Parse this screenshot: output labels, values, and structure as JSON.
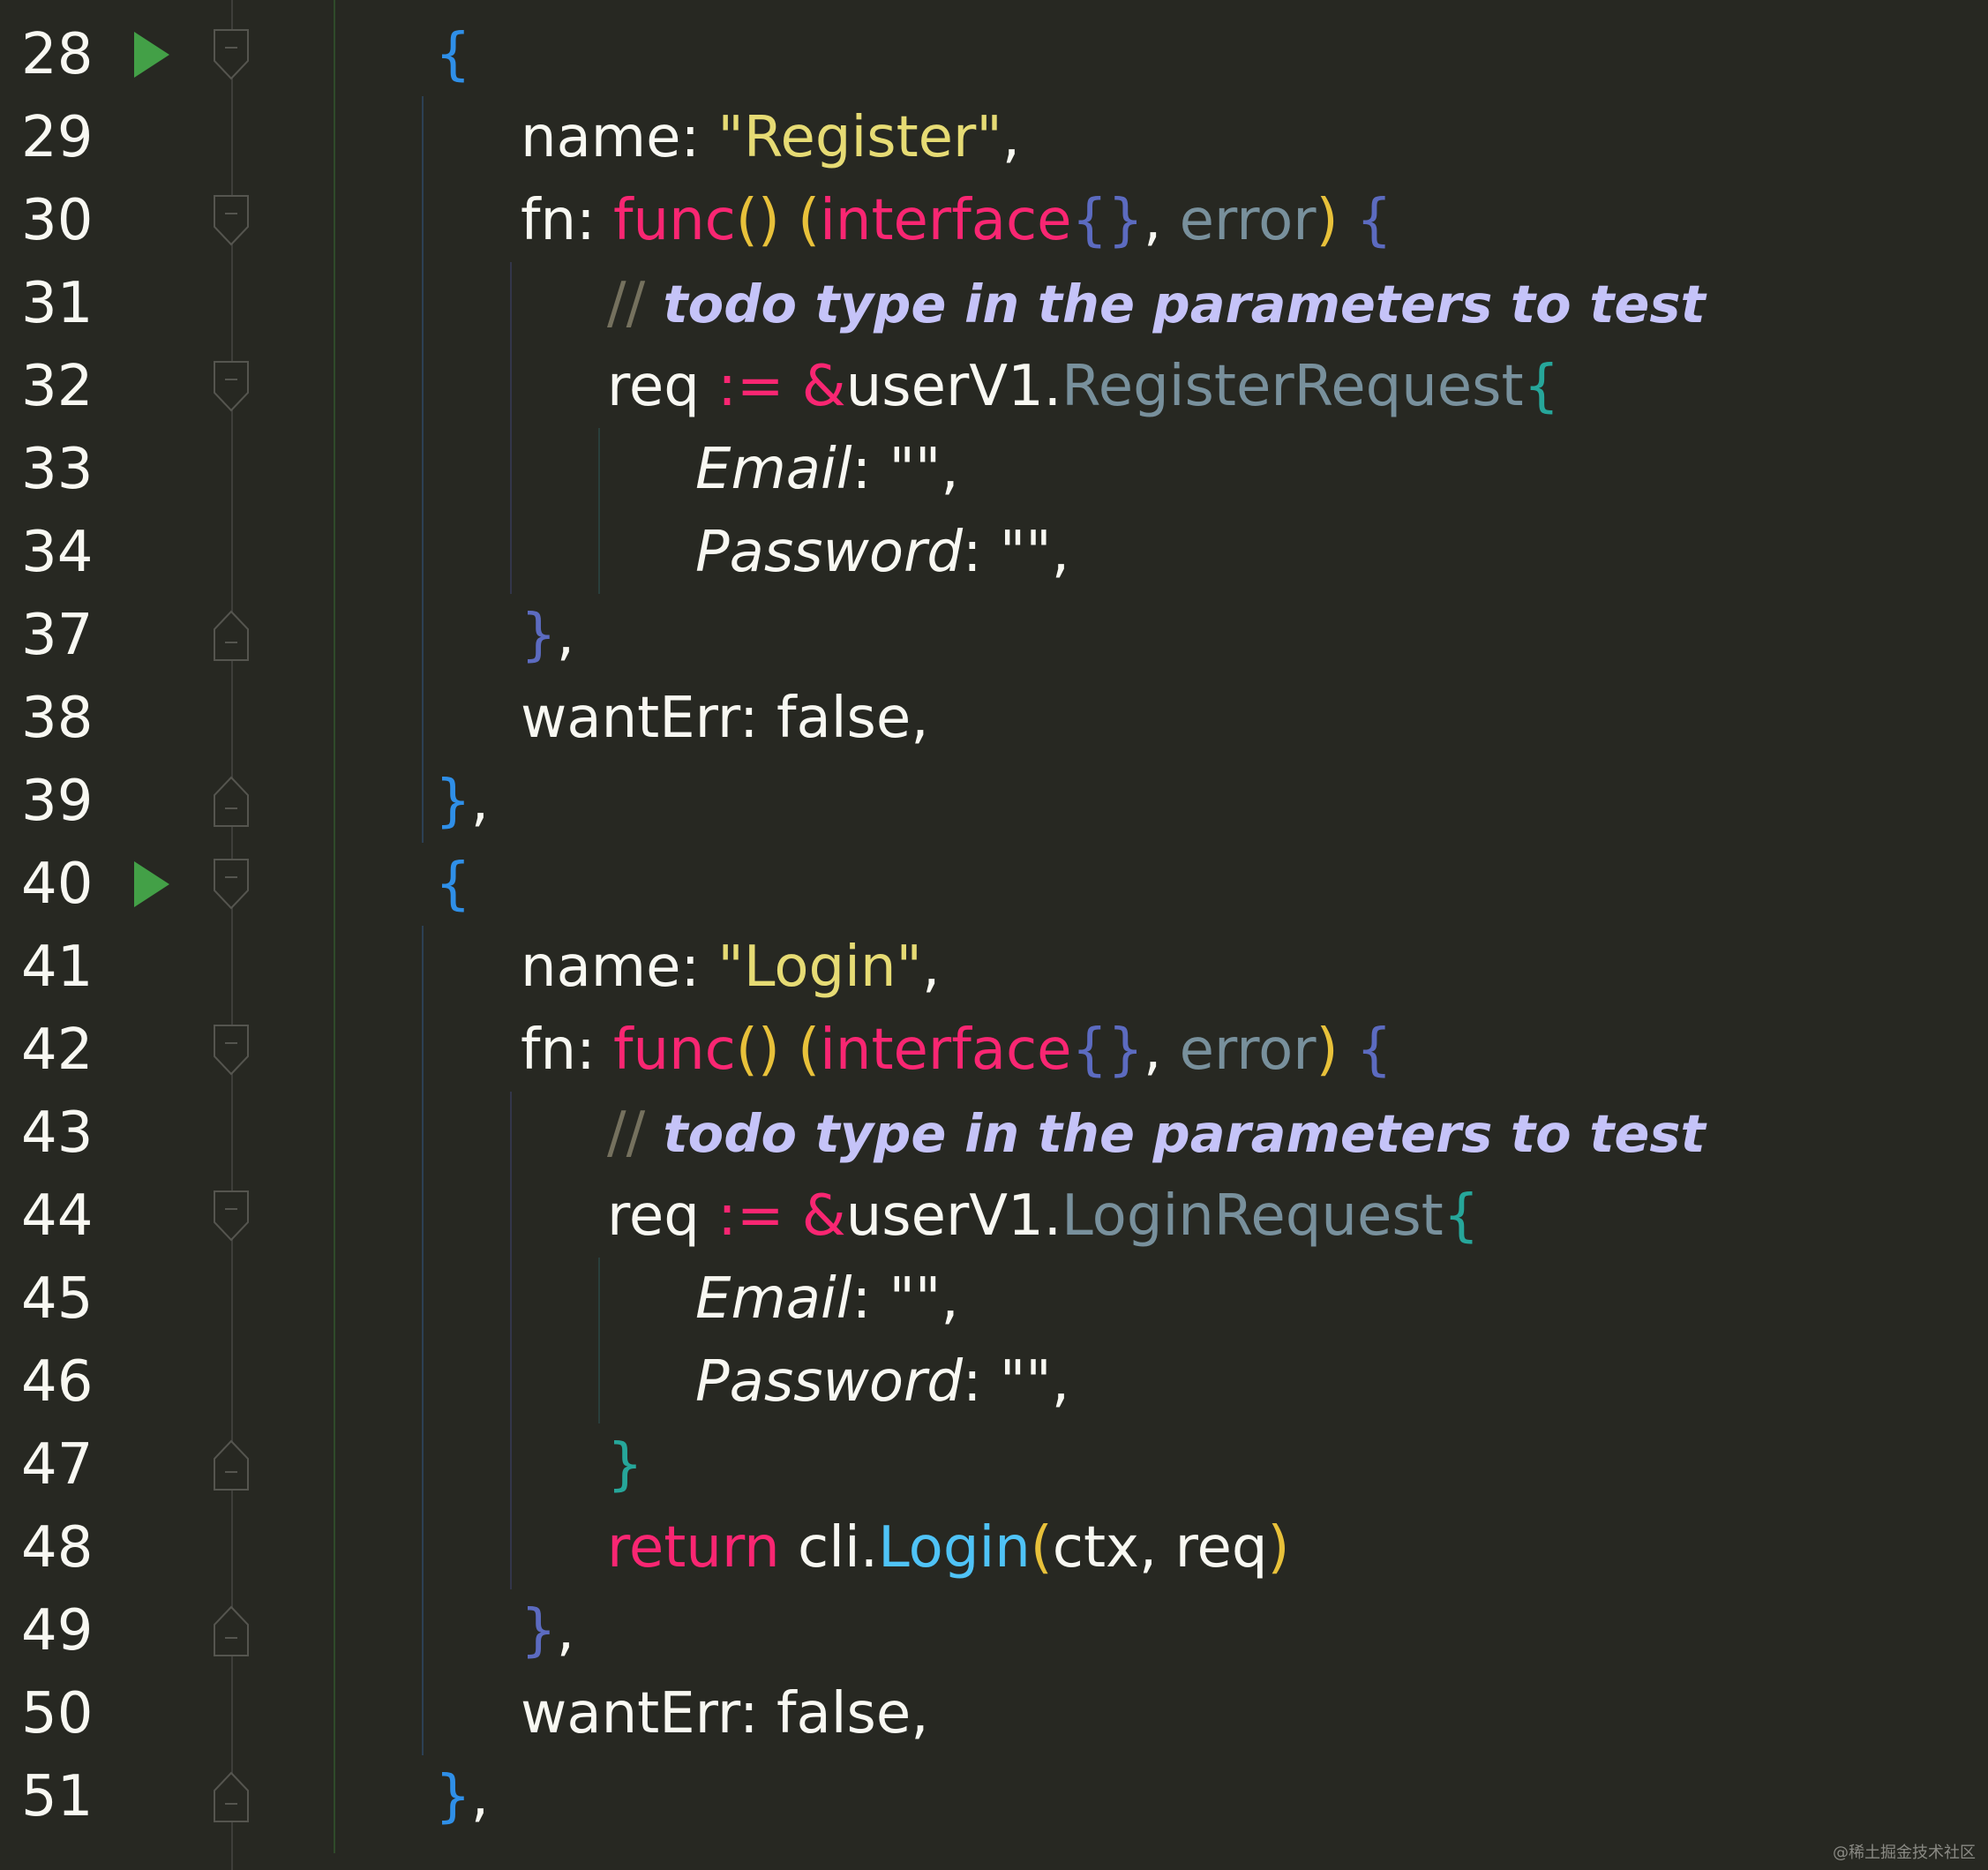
{
  "colors": {
    "background": "#272822",
    "run": "#43a047"
  },
  "watermark": "@稀土掘金技术社区",
  "lines": [
    {
      "n": "28",
      "indent": 1,
      "run": true,
      "fold": "open",
      "tokens": [
        {
          "t": "{",
          "c": "brace1"
        }
      ]
    },
    {
      "n": "29",
      "indent": 2,
      "tokens": [
        {
          "t": "name: ",
          "c": "white"
        },
        {
          "t": "\"Register\"",
          "c": "str"
        },
        {
          "t": ",",
          "c": "white"
        }
      ]
    },
    {
      "n": "30",
      "indent": 2,
      "fold": "open",
      "tokens": [
        {
          "t": "fn: ",
          "c": "white"
        },
        {
          "t": "func",
          "c": "kw"
        },
        {
          "t": "() (",
          "c": "paren"
        },
        {
          "t": "interface",
          "c": "kw"
        },
        {
          "t": "{}",
          "c": "brace2"
        },
        {
          "t": ", ",
          "c": "white"
        },
        {
          "t": "error",
          "c": "type"
        },
        {
          "t": ") ",
          "c": "paren"
        },
        {
          "t": "{",
          "c": "brace2"
        }
      ]
    },
    {
      "n": "31",
      "indent": 3,
      "tokens": [
        {
          "t": "// ",
          "c": "slash"
        },
        {
          "t": "todo type in the parameters to test",
          "c": "comment"
        }
      ]
    },
    {
      "n": "32",
      "indent": 3,
      "fold": "open",
      "tokens": [
        {
          "t": "req ",
          "c": "white"
        },
        {
          "t": ":= &",
          "c": "kw"
        },
        {
          "t": "userV1.",
          "c": "white"
        },
        {
          "t": "RegisterRequest",
          "c": "type"
        },
        {
          "t": "{",
          "c": "brace3"
        }
      ]
    },
    {
      "n": "33",
      "indent": 4,
      "tokens": [
        {
          "t": "Email",
          "c": "field"
        },
        {
          "t": ": \"\",",
          "c": "white"
        }
      ]
    },
    {
      "n": "34",
      "indent": 4,
      "tokens": [
        {
          "t": "Password",
          "c": "field"
        },
        {
          "t": ": \"\",",
          "c": "white"
        }
      ]
    },
    {
      "n": "37",
      "indent": 2,
      "fold": "close",
      "offset": true,
      "tokens": [
        {
          "t": "}",
          "c": "brace2"
        },
        {
          "t": ",",
          "c": "white"
        }
      ]
    },
    {
      "n": "38",
      "indent": 2,
      "tokens": [
        {
          "t": "wantErr: false,",
          "c": "white"
        }
      ]
    },
    {
      "n": "39",
      "indent": 1,
      "fold": "close",
      "tokens": [
        {
          "t": "}",
          "c": "brace1"
        },
        {
          "t": ",",
          "c": "white"
        }
      ]
    },
    {
      "n": "40",
      "indent": 1,
      "run": true,
      "fold": "open",
      "tokens": [
        {
          "t": "{",
          "c": "brace1"
        }
      ]
    },
    {
      "n": "41",
      "indent": 2,
      "tokens": [
        {
          "t": "name: ",
          "c": "white"
        },
        {
          "t": "\"Login\"",
          "c": "str"
        },
        {
          "t": ",",
          "c": "white"
        }
      ]
    },
    {
      "n": "42",
      "indent": 2,
      "fold": "open",
      "tokens": [
        {
          "t": "fn: ",
          "c": "white"
        },
        {
          "t": "func",
          "c": "kw"
        },
        {
          "t": "() (",
          "c": "paren"
        },
        {
          "t": "interface",
          "c": "kw"
        },
        {
          "t": "{}",
          "c": "brace2"
        },
        {
          "t": ", ",
          "c": "white"
        },
        {
          "t": "error",
          "c": "type"
        },
        {
          "t": ") ",
          "c": "paren"
        },
        {
          "t": "{",
          "c": "brace2"
        }
      ]
    },
    {
      "n": "43",
      "indent": 3,
      "tokens": [
        {
          "t": "// ",
          "c": "slash"
        },
        {
          "t": "todo type in the parameters to test",
          "c": "comment"
        }
      ]
    },
    {
      "n": "44",
      "indent": 3,
      "fold": "open",
      "tokens": [
        {
          "t": "req ",
          "c": "white"
        },
        {
          "t": ":= &",
          "c": "kw"
        },
        {
          "t": "userV1.",
          "c": "white"
        },
        {
          "t": "LoginRequest",
          "c": "type"
        },
        {
          "t": "{",
          "c": "brace3"
        }
      ]
    },
    {
      "n": "45",
      "indent": 4,
      "tokens": [
        {
          "t": "Email",
          "c": "field"
        },
        {
          "t": ": \"\",",
          "c": "white"
        }
      ]
    },
    {
      "n": "46",
      "indent": 4,
      "tokens": [
        {
          "t": "Password",
          "c": "field"
        },
        {
          "t": ": \"\",",
          "c": "white"
        }
      ]
    },
    {
      "n": "47",
      "indent": 3,
      "fold": "close",
      "tokens": [
        {
          "t": "}",
          "c": "brace3"
        }
      ]
    },
    {
      "n": "48",
      "indent": 3,
      "tokens": [
        {
          "t": "return ",
          "c": "kw"
        },
        {
          "t": "cli.",
          "c": "white"
        },
        {
          "t": "Login",
          "c": "fn"
        },
        {
          "t": "(",
          "c": "paren"
        },
        {
          "t": "ctx, req",
          "c": "white"
        },
        {
          "t": ")",
          "c": "paren"
        }
      ]
    },
    {
      "n": "49",
      "indent": 2,
      "fold": "close",
      "tokens": [
        {
          "t": "}",
          "c": "brace2"
        },
        {
          "t": ",",
          "c": "white"
        }
      ]
    },
    {
      "n": "50",
      "indent": 2,
      "tokens": [
        {
          "t": "wantErr: false,",
          "c": "white"
        }
      ]
    },
    {
      "n": "51",
      "indent": 1,
      "fold": "close",
      "tokens": [
        {
          "t": "}",
          "c": "brace1"
        },
        {
          "t": ",",
          "c": "white"
        }
      ]
    }
  ]
}
